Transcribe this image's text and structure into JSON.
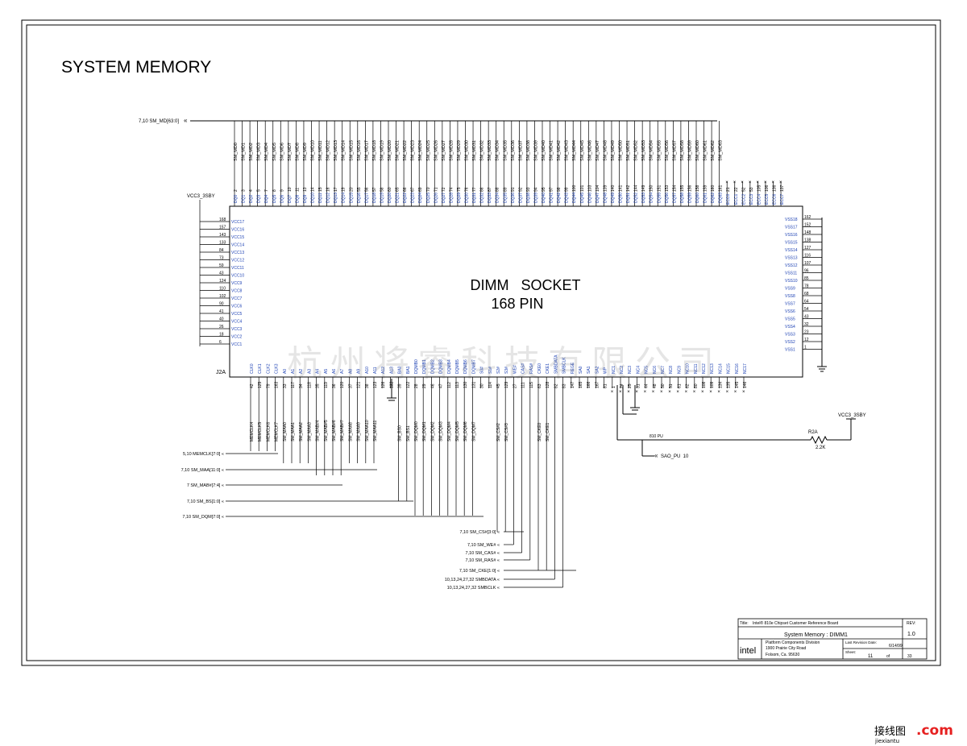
{
  "title": "SYSTEM MEMORY",
  "socket": {
    "label_line1": "DIMM   SOCKET",
    "label_line2": "168 PIN",
    "ref": "J2A",
    "power_label": "VCC3_3SBY"
  },
  "data_bus": {
    "label": "7,10 SM_MD[63:0]",
    "nets": [
      "SM_MD0",
      "SM_MD1",
      "SM_MD2",
      "SM_MD3",
      "SM_MD4",
      "SM_MD5",
      "SM_MD6",
      "SM_MD7",
      "SM_MD8",
      "SM_MD9",
      "SM_MD10",
      "SM_MD11",
      "SM_MD12",
      "SM_MD13",
      "SM_MD14",
      "SM_MD15",
      "SM_MD16",
      "SM_MD17",
      "SM_MD18",
      "SM_MD19",
      "SM_MD20",
      "SM_MD21",
      "SM_MD22",
      "SM_MD23",
      "SM_MD24",
      "SM_MD25",
      "SM_MD26",
      "SM_MD27",
      "SM_MD28",
      "SM_MD29",
      "SM_MD30",
      "SM_MD31",
      "SM_MD32",
      "SM_MD33",
      "SM_MD34",
      "SM_MD35",
      "SM_MD36",
      "SM_MD37",
      "SM_MD38",
      "SM_MD39",
      "SM_MD40",
      "SM_MD41",
      "SM_MD42",
      "SM_MD43",
      "SM_MD44",
      "SM_MD45",
      "SM_MD46",
      "SM_MD47",
      "SM_MD48",
      "SM_MD49",
      "SM_MD50",
      "SM_MD51",
      "SM_MD52",
      "SM_MD53",
      "SM_MD54",
      "SM_MD55",
      "SM_MD56",
      "SM_MD57",
      "SM_MD58",
      "SM_MD59",
      "SM_MD60",
      "SM_MD61",
      "SM_MD62",
      "SM_MD63"
    ],
    "pins": [
      "2",
      "3",
      "4",
      "5",
      "7",
      "8",
      "9",
      "10",
      "11",
      "13",
      "14",
      "15",
      "16",
      "17",
      "19",
      "20",
      "55",
      "56",
      "57",
      "58",
      "60",
      "65",
      "66",
      "67",
      "69",
      "70",
      "71",
      "72",
      "74",
      "75",
      "76",
      "77",
      "86",
      "87",
      "88",
      "89",
      "91",
      "92",
      "93",
      "94",
      "95",
      "97",
      "98",
      "99",
      "100",
      "101",
      "103",
      "104",
      "139",
      "140",
      "141",
      "142",
      "144",
      "149",
      "150",
      "151",
      "153",
      "154",
      "155",
      "156",
      "158",
      "159",
      "160",
      "161"
    ],
    "ecc_pins": [
      "21",
      "22",
      "52",
      "53",
      "105",
      "106",
      "136",
      "137"
    ],
    "ecc_labels": [
      "ECC0",
      "ECC1",
      "ECC2",
      "ECC3",
      "ECC4",
      "ECC5",
      "ECC6",
      "ECC7"
    ]
  },
  "vcc_pins": {
    "labels": [
      "VCC17",
      "VCC16",
      "VCC15",
      "VCC14",
      "VCC13",
      "VCC12",
      "VCC11",
      "VCC10",
      "VCC9",
      "VCC8",
      "VCC7",
      "VCC6",
      "VCC5",
      "VCC4",
      "VCC3",
      "VCC2",
      "VCC1"
    ],
    "pins": [
      "168",
      "157",
      "143",
      "133",
      "84",
      "73",
      "59",
      "43",
      "124",
      "110",
      "102",
      "90",
      "41",
      "40",
      "26",
      "18",
      "6"
    ]
  },
  "vss_pins": {
    "labels": [
      "VSS18",
      "VSS17",
      "VSS16",
      "VSS15",
      "VSS14",
      "VSS13",
      "VSS12",
      "VSS11",
      "VSS10",
      "VSS9",
      "VSS8",
      "VSS7",
      "VSS6",
      "VSS5",
      "VSS4",
      "VSS3",
      "VSS2",
      "VSS1"
    ],
    "pins": [
      "162",
      "152",
      "148",
      "138",
      "127",
      "116",
      "107",
      "96",
      "85",
      "78",
      "68",
      "64",
      "54",
      "43",
      "32",
      "23",
      "12",
      "1"
    ]
  },
  "bottom_pins": {
    "labels": [
      "CLK0",
      "CLK1",
      "CLK2",
      "CLK3",
      "A0",
      "A1",
      "A2",
      "A3",
      "A4",
      "A5",
      "A6",
      "A7",
      "A8",
      "A9",
      "A10",
      "A11",
      "A12",
      "A13",
      "BA0",
      "BA1",
      "DQMB0",
      "DQMB1",
      "DQMB2",
      "DQMB3",
      "DQMB4",
      "DQMB5",
      "DQMB6",
      "DQMB7",
      "S0#",
      "S1#",
      "S2#",
      "S3#",
      "WE#",
      "CAS#",
      "RAS#",
      "CKE0",
      "CKE1",
      "SMBDATA",
      "SMBCLK",
      "REGE",
      "SA0",
      "SA1",
      "SA2",
      "WP",
      "NC1",
      "NC2",
      "NC3",
      "NC4",
      "NC5",
      "NC6",
      "NC7",
      "NC8",
      "NC9",
      "NC10",
      "NC11",
      "NC12",
      "NC13",
      "NC14",
      "NC15",
      "NC16",
      "NC17"
    ],
    "pins": [
      "42",
      "125",
      "79",
      "163",
      "33",
      "117",
      "34",
      "118",
      "35",
      "119",
      "36",
      "120",
      "37",
      "121",
      "38",
      "123",
      "126",
      "132",
      "39",
      "122",
      "28",
      "29",
      "46",
      "47",
      "112",
      "113",
      "130",
      "131",
      "30",
      "114",
      "45",
      "129",
      "27",
      "111",
      "115",
      "63",
      "128",
      "82",
      "83",
      "147",
      "165",
      "166",
      "167",
      "81",
      "1",
      "24",
      "25",
      "31",
      "44",
      "48",
      "50",
      "51",
      "61",
      "62",
      "80",
      "108",
      "109",
      "134",
      "135",
      "145",
      "146"
    ]
  },
  "signal_groups": {
    "memclk": {
      "label": "5,10 MEMCLK[7:0]",
      "nets": [
        "MEMCLK4",
        "MEMCLK5",
        "MEMCLK6",
        "MEMCLK7"
      ]
    },
    "maa": {
      "label": "7,10 SM_MAA[11:0]",
      "nets": [
        "SM_MAA0",
        "SM_MAA1",
        "SM_MAA2",
        "SM_MAA3",
        "SM_MAB#4",
        "SM_MAB#5",
        "SM_MAB#6",
        "SM_MAB#7",
        "SM_MAA8",
        "SM_MAA9",
        "SM_MAA10",
        "SM_MAA11"
      ]
    },
    "mab": {
      "label": "7 SM_MAB#[7:4]"
    },
    "bs": {
      "label": "7,10 SM_BS[1:0]",
      "nets": [
        "SM_BS0",
        "SM_BS1"
      ]
    },
    "dqm": {
      "label": "7,10 SM_DQM[7:0]",
      "nets": [
        "SM_DQM0",
        "SM_DQM1",
        "SM_DQM2",
        "SM_DQM3",
        "SM_DQM4",
        "SM_DQM5",
        "SM_DQM6",
        "SM_DQM7"
      ]
    },
    "csb": {
      "label": "7,10 SM_CS#[3:0]",
      "nets": [
        "SM_CS#2",
        "SM_CS#3"
      ]
    },
    "we": {
      "label": "7,10 SM_WE#"
    },
    "cas": {
      "label": "7,10 SM_CAS#"
    },
    "ras": {
      "label": "7,10 SM_RAS#"
    },
    "cke": {
      "label": "7,10 SM_CKE[1:0]",
      "nets": [
        "SM_CKE0",
        "SM_CKE1"
      ]
    },
    "smbdata": {
      "label": "10,13,24,27,32 SMBDATA"
    },
    "smbclk": {
      "label": "10,13,24,27,32 SMBCLK"
    }
  },
  "pullup": {
    "resistor_ref": "R2A",
    "resistor_value": "2.2K",
    "net": "810 PU",
    "sa0_label": "SAO_PU  10",
    "power_label": "VCC3_3SBY"
  },
  "title_block": {
    "title_label": "Title:",
    "title": "Intel® 810e Chipset Customer Reference Board",
    "rev_label": "REV:",
    "rev": "1.0",
    "sheet_name": "System Memory : DIMM1",
    "company_line1": "Platform Components Division",
    "company_line2": "1900 Prairie City Road",
    "company_line3": "Folsom, Ca. 95630",
    "logo": "intel",
    "last_rev_label": "Last Revision Date:",
    "last_rev": "6/14/99",
    "sheet_label": "Sheet:",
    "sheet": "11",
    "of_label": "of",
    "of": "33"
  },
  "watermark": "杭州将睿科技有限公司",
  "corner_logo": {
    "text1": "接线图",
    "text2": ".com",
    "text3": "jiexiantu"
  }
}
